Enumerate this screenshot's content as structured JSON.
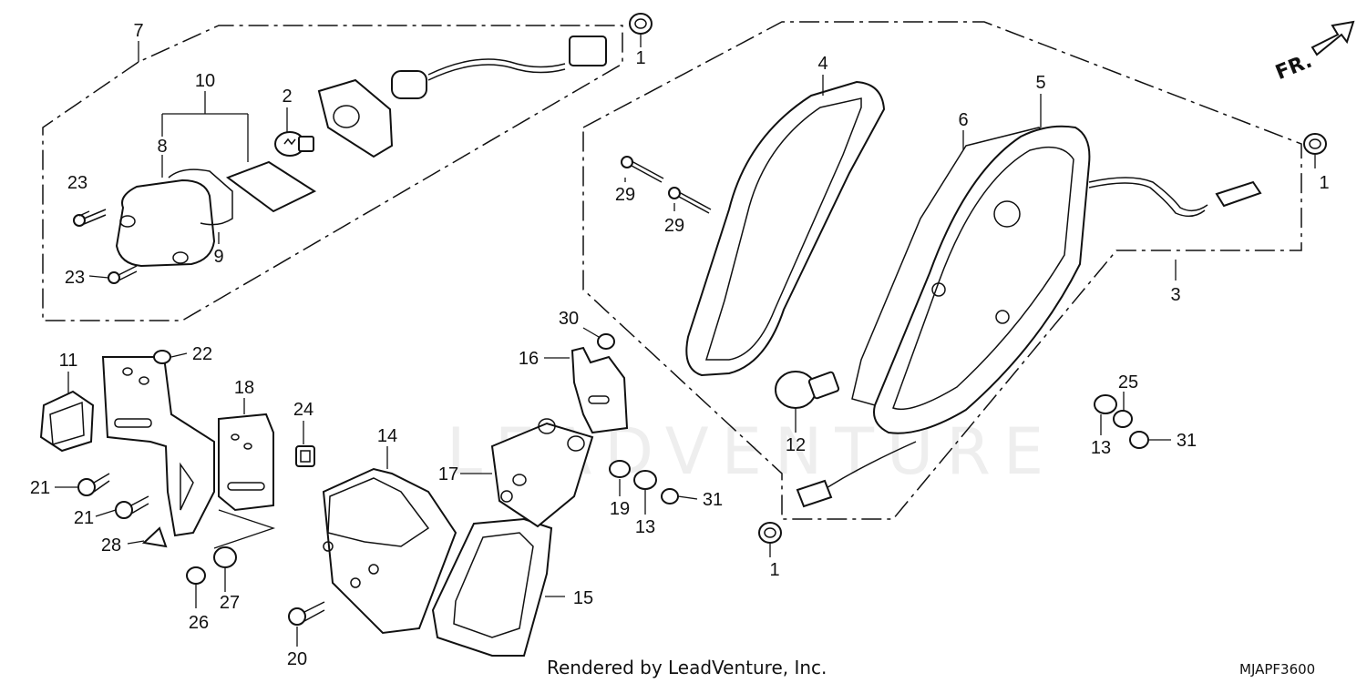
{
  "diagram": {
    "callouts": {
      "c1a": "1",
      "c1b": "1",
      "c1c": "1",
      "c2": "2",
      "c3": "3",
      "c4": "4",
      "c5": "5",
      "c6": "6",
      "c7": "7",
      "c8": "8",
      "c9": "9",
      "c10": "10",
      "c11": "11",
      "c12": "12",
      "c13a": "13",
      "c13b": "13",
      "c14": "14",
      "c15": "15",
      "c16": "16",
      "c17": "17",
      "c18": "18",
      "c19": "19",
      "c20": "20",
      "c21a": "21",
      "c21b": "21",
      "c22": "22",
      "c23a": "23",
      "c23b": "23",
      "c24": "24",
      "c25": "25",
      "c26": "26",
      "c27": "27",
      "c28": "28",
      "c29a": "29",
      "c29b": "29",
      "c30": "30",
      "c31a": "31",
      "c31b": "31"
    },
    "direction_label": "FR.",
    "footer_text": "Rendered by LeadVenture, Inc.",
    "diagram_code": "MJAPF3600"
  }
}
